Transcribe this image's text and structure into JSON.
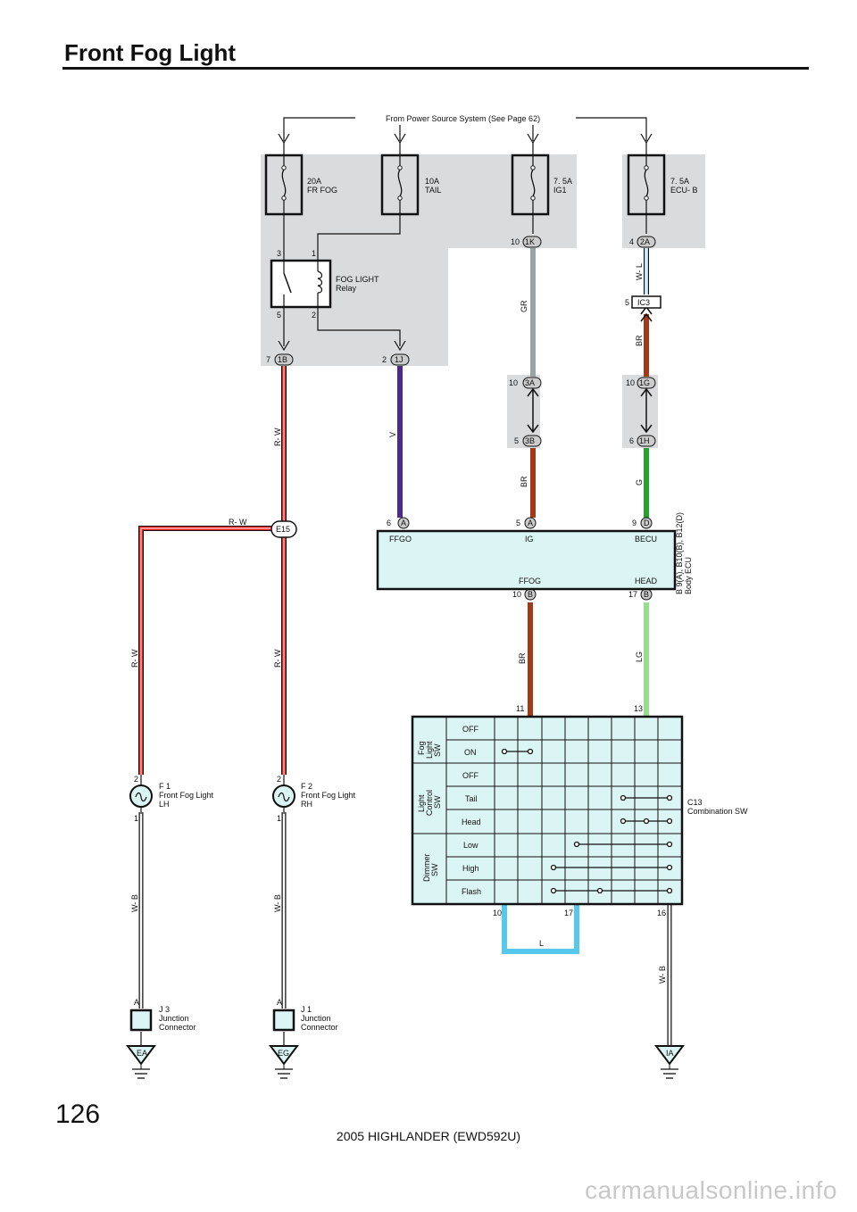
{
  "page": {
    "title": "Front Fog Light",
    "page_number": "126",
    "footer": "2005 HIGHLANDER (EWD592U)",
    "watermark": "carmanualsonline.info"
  },
  "power_source": "From Power Source System (See Page 62)",
  "fuses": [
    {
      "id": "fr-fog",
      "rating": "20A",
      "name": "FR FOG"
    },
    {
      "id": "tail",
      "rating": "10A",
      "name": "TAIL"
    },
    {
      "id": "ig1",
      "rating": "7. 5A",
      "name": "IG1"
    },
    {
      "id": "ecu-b",
      "rating": "7. 5A",
      "name": "ECU- B"
    }
  ],
  "relay": {
    "name1": "FOG LIGHT",
    "name2": "Relay",
    "pin3": "3",
    "pin1": "1",
    "pin5": "5",
    "pin2": "2"
  },
  "connectors": {
    "1K": {
      "code": "1K",
      "pin": "10"
    },
    "2A": {
      "code": "2A",
      "pin": "4"
    },
    "IC3": {
      "code": "IC3",
      "pin": "5"
    },
    "1B": {
      "code": "1B",
      "pin": "7"
    },
    "1J": {
      "code": "1J",
      "pin": "2"
    },
    "3A": {
      "code": "3A",
      "pin": "10"
    },
    "1G": {
      "code": "1G",
      "pin": "10"
    },
    "3B": {
      "code": "3B",
      "pin": "5"
    },
    "1H": {
      "code": "1H",
      "pin": "6"
    },
    "E15": {
      "code": "E15"
    },
    "A6": {
      "code": "A",
      "pin": "6"
    },
    "A5": {
      "code": "A",
      "pin": "5"
    },
    "D9": {
      "code": "D",
      "pin": "9"
    },
    "B10": {
      "code": "B",
      "pin": "10"
    },
    "B17": {
      "code": "B",
      "pin": "17"
    }
  },
  "wires": {
    "rw1": "R- W",
    "rw2": "R- W",
    "rw3": "R- W",
    "rw4": "R- W",
    "v": "V",
    "gr": "GR",
    "wl": "W- L",
    "br1": "BR",
    "br2": "BR",
    "g": "G",
    "br3": "BR",
    "lg": "LG",
    "wb1": "W- B",
    "wb2": "W- B",
    "wb3": "W- B",
    "l": "L"
  },
  "body_ecu": {
    "terminals_top": [
      "FFGO",
      "IG",
      "BECU"
    ],
    "terminals_bottom": [
      "FFOG",
      "HEAD"
    ],
    "label1": "B 9(A), B10(B), B12(D)",
    "label2": "Body ECU"
  },
  "fog_lights": [
    {
      "id": "F 1",
      "name1": "Front Fog Light",
      "name2": "LH",
      "pin_top": "2",
      "pin_bot": "1"
    },
    {
      "id": "F 2",
      "name1": "Front Fog Light",
      "name2": "RH",
      "pin_top": "2",
      "pin_bot": "1"
    }
  ],
  "junctions": [
    {
      "id": "J 3",
      "name1": "Junction",
      "name2": "Connector",
      "pin": "A",
      "ground": "EA"
    },
    {
      "id": "J 1",
      "name1": "Junction",
      "name2": "Connector",
      "pin": "A",
      "ground": "EG"
    }
  ],
  "ground_ia": "IA",
  "combination_sw": {
    "id": "C13",
    "name": "Combination SW",
    "pin_top_left": "11",
    "pin_top_right": "13",
    "pins_bottom": [
      "10",
      "17",
      "16"
    ],
    "groups": [
      {
        "name": [
          "Fog",
          "Light",
          "SW"
        ],
        "rows": [
          "OFF",
          "ON"
        ]
      },
      {
        "name": [
          "Light",
          "Control",
          "SW"
        ],
        "rows": [
          "OFF",
          "Tail",
          "Head"
        ]
      },
      {
        "name": [
          "Dimmer",
          "SW"
        ],
        "rows": [
          "Low",
          "High",
          "Flash"
        ]
      }
    ]
  },
  "colors": {
    "rw_red": "#e8201e",
    "violet": "#4b2a8f",
    "gray": "#9aa3a6",
    "brown": "#a33a17",
    "green": "#22a32b",
    "light_green": "#93e08a",
    "cyan": "#55c8ec",
    "light_blue": "#a9d4ee",
    "panel_gray": "#d9dbdc",
    "comp_fill": "#dbf5f4"
  }
}
